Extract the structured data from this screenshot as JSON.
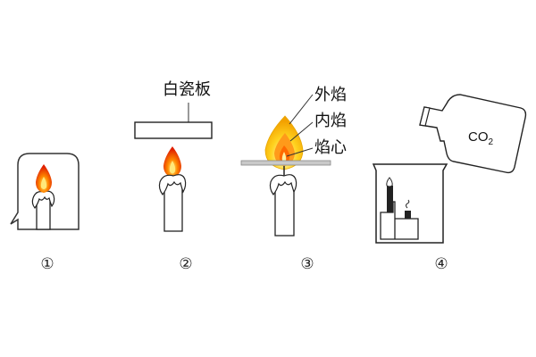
{
  "figure": {
    "panels": [
      {
        "number": "①"
      },
      {
        "number": "②",
        "plate_label": "白瓷板"
      },
      {
        "number": "③",
        "flame_labels": [
          "外焰",
          "内焰",
          "焰心"
        ]
      },
      {
        "number": "④",
        "bottle_label": "CO",
        "bottle_label_sub": "2"
      }
    ]
  }
}
